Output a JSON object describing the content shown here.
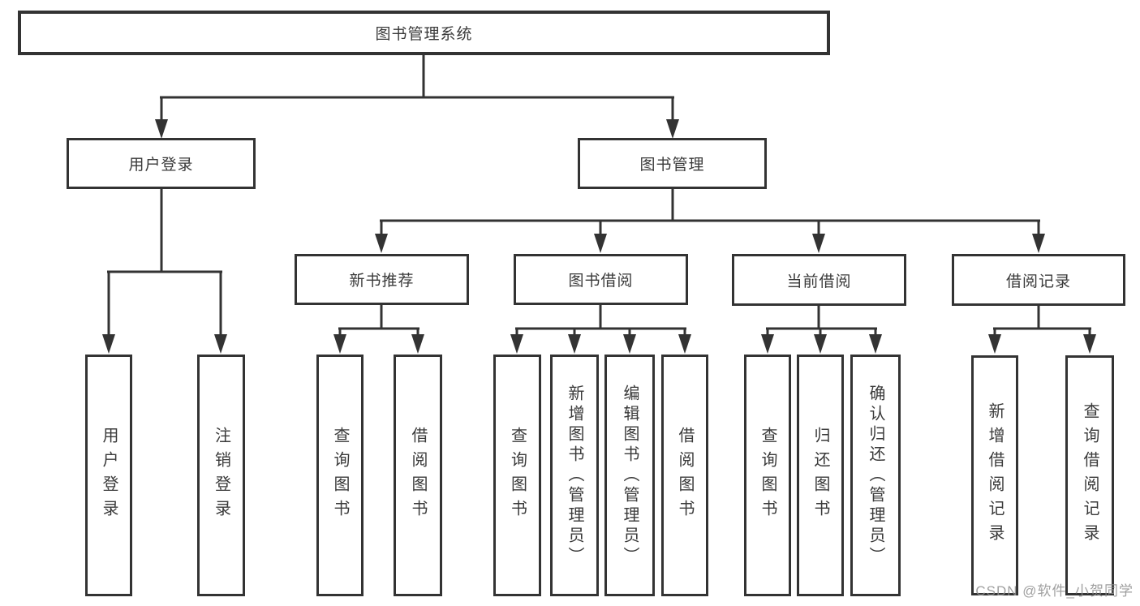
{
  "diagram": {
    "root": {
      "label": "图书管理系统"
    },
    "branches": [
      {
        "label": "用户登录",
        "children": [
          {
            "label": "用户登录"
          },
          {
            "label": "注销登录"
          }
        ]
      },
      {
        "label": "图书管理",
        "groups": [
          {
            "label": "新书推荐",
            "children": [
              {
                "label": "查询图书"
              },
              {
                "label": "借阅图书"
              }
            ]
          },
          {
            "label": "图书借阅",
            "children": [
              {
                "label": "查询图书"
              },
              {
                "label": "新增图书（管理员）"
              },
              {
                "label": "编辑图书（管理员）"
              },
              {
                "label": "借阅图书"
              }
            ]
          },
          {
            "label": "当前借阅",
            "children": [
              {
                "label": "查询图书"
              },
              {
                "label": "归还图书"
              },
              {
                "label": "确认归还（管理员）"
              }
            ]
          },
          {
            "label": "借阅记录",
            "children": [
              {
                "label": "新增借阅记录"
              },
              {
                "label": "查询借阅记录"
              }
            ]
          }
        ]
      }
    ]
  },
  "watermark": {
    "text": "CSDN @软件_小贺同学"
  },
  "colors": {
    "line": "#333333",
    "text": "#3a3a3a",
    "background": "#ffffff",
    "watermark": "#8f8f8f"
  }
}
